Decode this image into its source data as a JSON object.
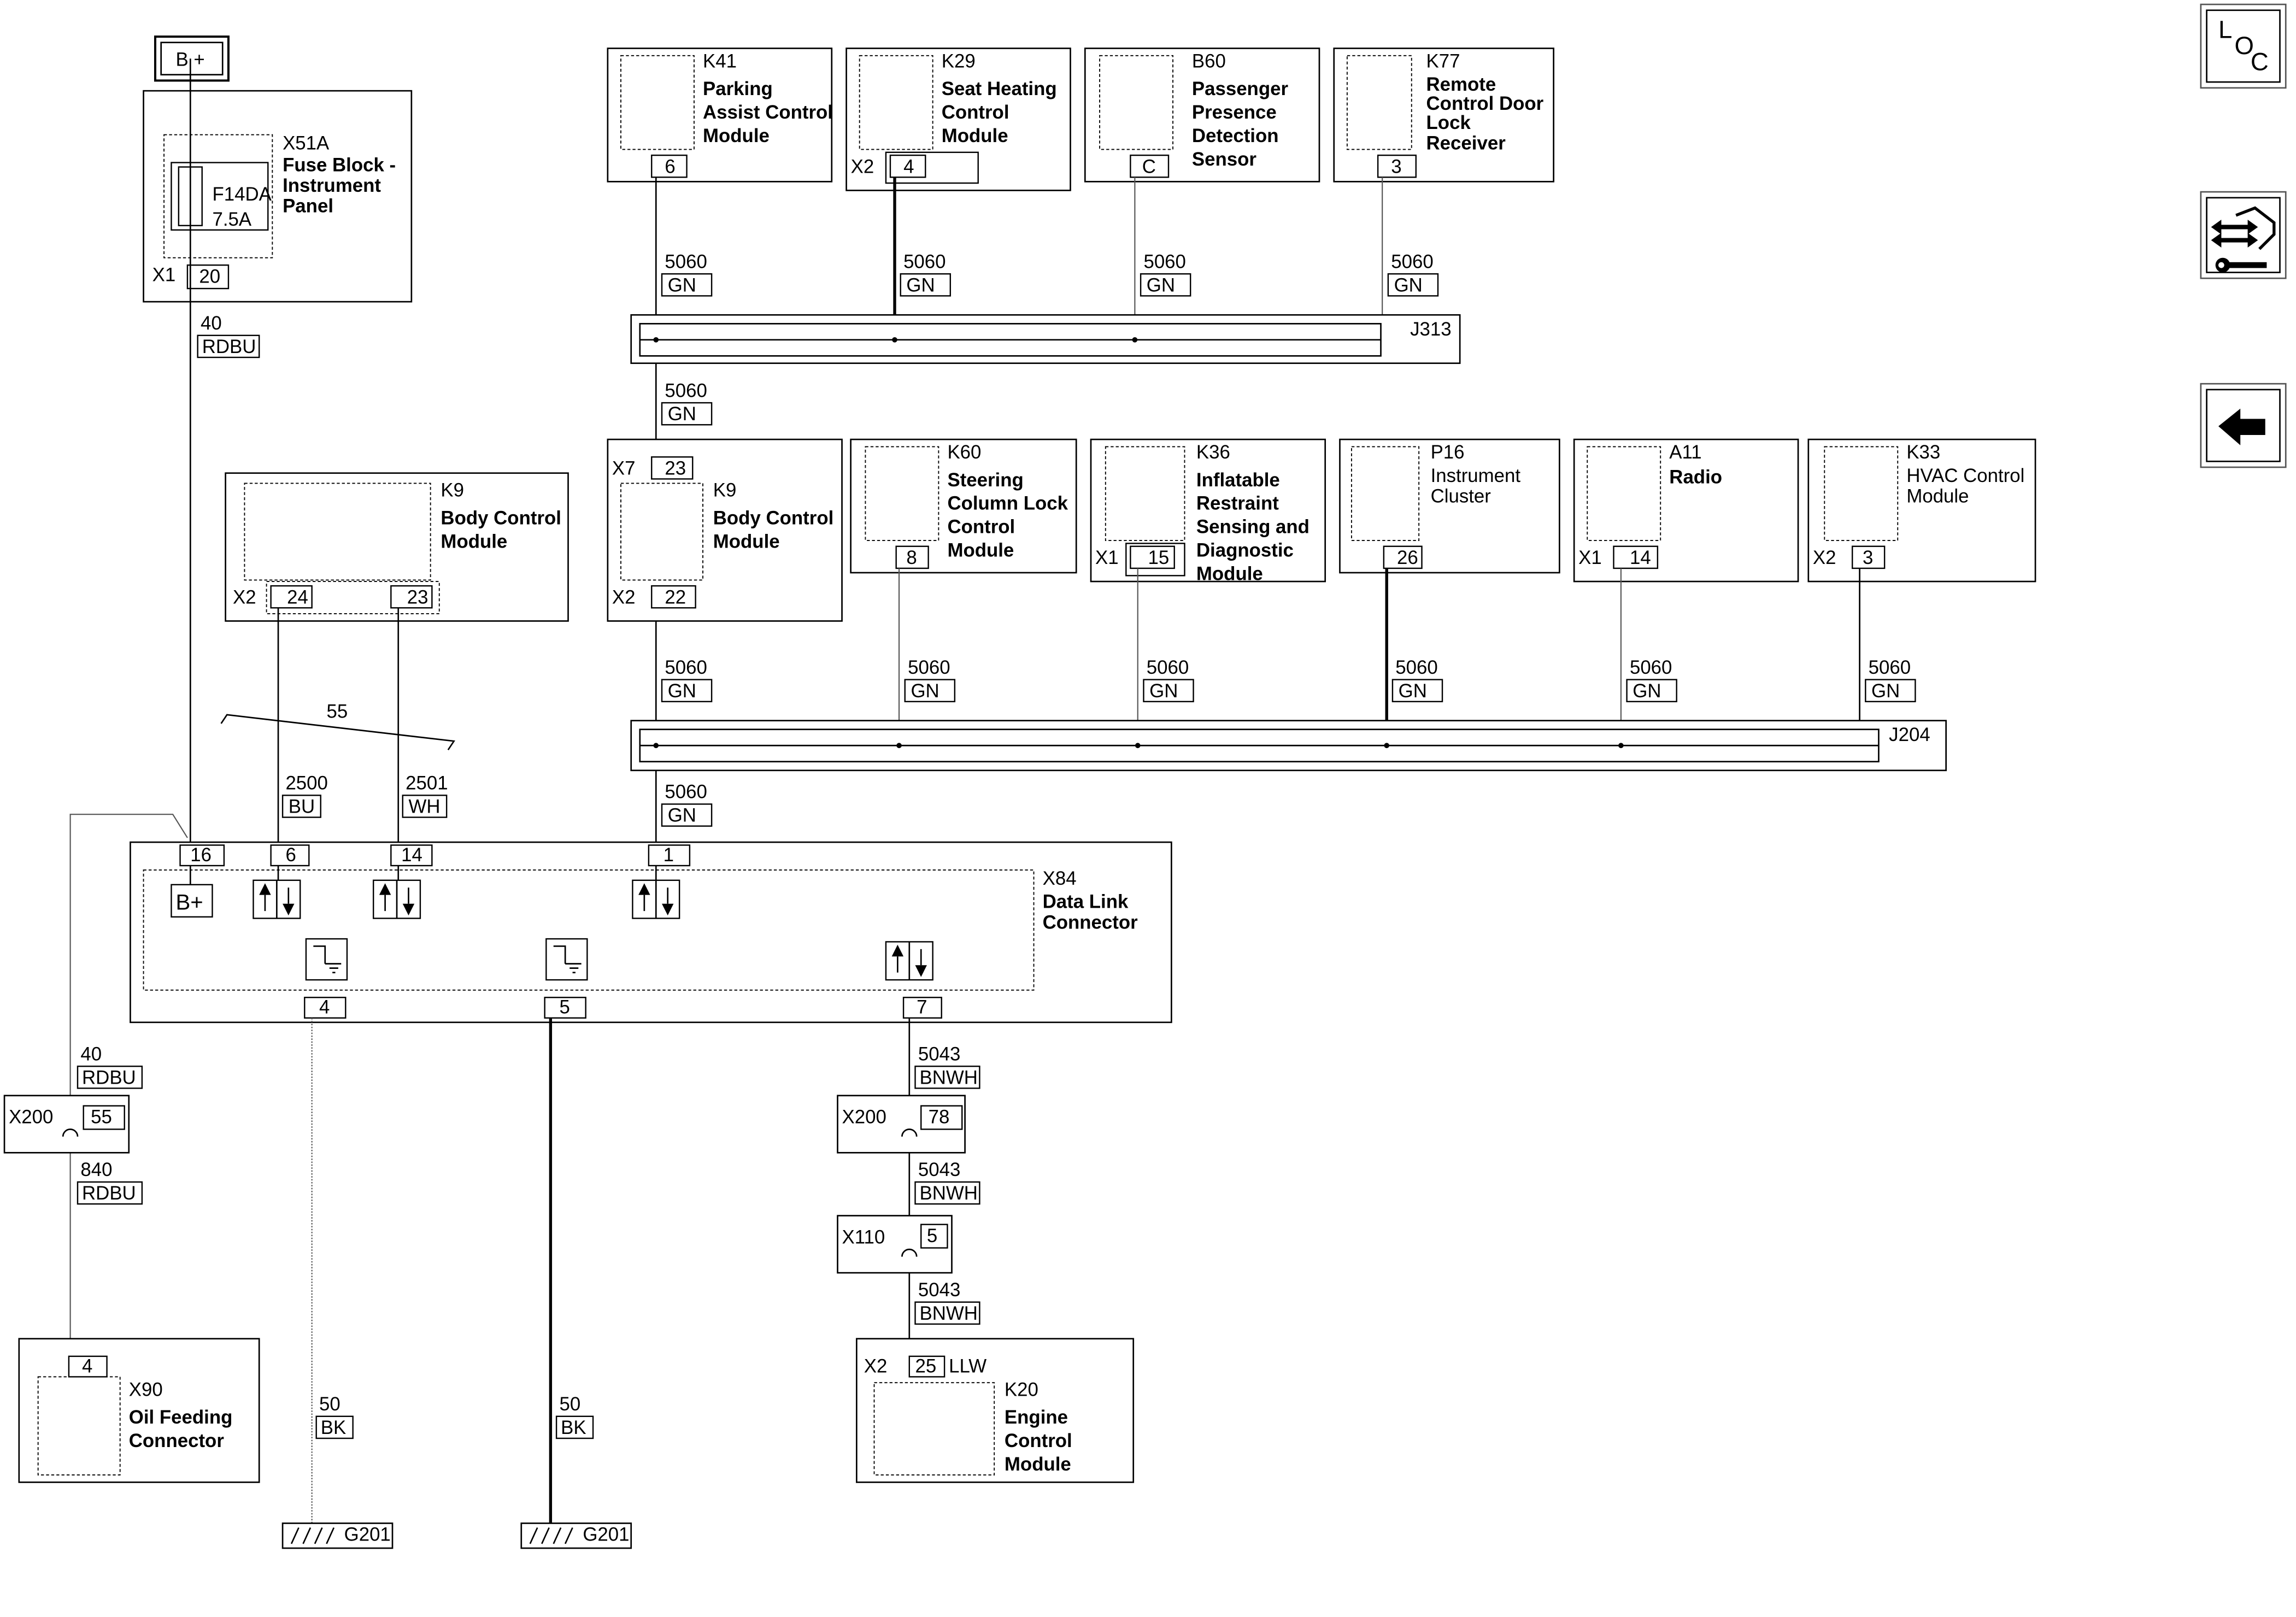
{
  "power": {
    "bplus": "B +"
  },
  "fuse_block": {
    "id": "X51A",
    "name1": "Fuse Block -",
    "name2": "Instrument",
    "name3": "Panel",
    "fuse": "F14DA",
    "rating": "7.5A",
    "conn": "X1",
    "pin": "20"
  },
  "wire_40_top": {
    "circuit": "40",
    "color": "RDBU"
  },
  "bcm_left": {
    "id": "K9",
    "name1": "Body Control",
    "name2": "Module",
    "conn": "X2",
    "pin_a": "24",
    "pin_b": "23"
  },
  "splice_55": {
    "label": "55"
  },
  "wire_2500": {
    "circuit": "2500",
    "color": "BU"
  },
  "wire_2501": {
    "circuit": "2501",
    "color": "WH"
  },
  "modules_top": [
    {
      "id": "K41",
      "name1": "Parking",
      "name2": "Assist Control",
      "name3": "Module",
      "name4": "",
      "conn": "",
      "pin": "6",
      "circuit": "5060",
      "color": "GN"
    },
    {
      "id": "K29",
      "name1": "Seat Heating",
      "name2": "Control",
      "name3": "Module",
      "name4": "",
      "conn": "X2",
      "pin": "4",
      "circuit": "5060",
      "color": "GN"
    },
    {
      "id": "B60",
      "name1": "Passenger",
      "name2": "Presence",
      "name3": "Detection",
      "name4": "Sensor",
      "conn": "",
      "pin": "C",
      "circuit": "5060",
      "color": "GN"
    },
    {
      "id": "K77",
      "name1": "Remote",
      "name2": "Control Door",
      "name3": "Lock",
      "name4": "Receiver",
      "conn": "",
      "pin": "3",
      "circuit": "5060",
      "color": "GN"
    }
  ],
  "j313": {
    "label": "J313"
  },
  "wire_5060_mid": {
    "circuit": "5060",
    "color": "GN"
  },
  "bcm_right": {
    "id": "K9",
    "name1": "Body Control",
    "name2": "Module",
    "conn_top": "X7",
    "pin_top": "23",
    "conn_bot": "X2",
    "pin_bot": "22",
    "circuit": "5060",
    "color": "GN"
  },
  "modules_mid": [
    {
      "id": "K60",
      "name1": "Steering",
      "name2": "Column Lock",
      "name3": "Control",
      "name4": "Module",
      "name5": "",
      "conn": "",
      "pin": "8",
      "circuit": "5060",
      "color": "GN"
    },
    {
      "id": "K36",
      "name1": "Inflatable",
      "name2": "Restraint",
      "name3": "Sensing and",
      "name4": "Diagnostic",
      "name5": "Module",
      "conn": "X1",
      "pin": "15",
      "circuit": "5060",
      "color": "GN"
    },
    {
      "id": "P16",
      "name1": "Instrument",
      "name2": "Cluster",
      "name3": "",
      "name4": "",
      "name5": "",
      "conn": "",
      "pin": "26",
      "circuit": "5060",
      "color": "GN"
    },
    {
      "id": "A11",
      "name1": "Radio",
      "name2": "",
      "name3": "",
      "name4": "",
      "name5": "",
      "conn": "X1",
      "pin": "14",
      "circuit": "5060",
      "color": "GN"
    },
    {
      "id": "K33",
      "name1": "HVAC Control",
      "name2": "Module",
      "name3": "",
      "name4": "",
      "name5": "",
      "conn": "X2",
      "pin": "3",
      "circuit": "5060",
      "color": "GN"
    }
  ],
  "j204": {
    "label": "J204"
  },
  "wire_5060_low": {
    "circuit": "5060",
    "color": "GN"
  },
  "dlc": {
    "id": "X84",
    "name1": "Data Link",
    "name2": "Connector",
    "pin16": "16",
    "pin6": "6",
    "pin14": "14",
    "pin1": "1",
    "pin4": "4",
    "pin5": "5",
    "pin7": "7",
    "bplus": "B+"
  },
  "wire_40_low": {
    "circuit": "40",
    "color": "RDBU"
  },
  "x200_left": {
    "conn": "X200",
    "pin": "55"
  },
  "wire_840": {
    "circuit": "840",
    "color": "RDBU"
  },
  "oil": {
    "id": "X90",
    "name1": "Oil Feeding",
    "name2": "Connector",
    "pin": "4"
  },
  "wire_50_a": {
    "circuit": "50",
    "color": "BK"
  },
  "wire_50_b": {
    "circuit": "50",
    "color": "BK"
  },
  "ground_a": {
    "label": "G201"
  },
  "ground_b": {
    "label": "G201"
  },
  "wire_5043_a": {
    "circuit": "5043",
    "color": "BNWH"
  },
  "x200_right": {
    "conn": "X200",
    "pin": "78"
  },
  "wire_5043_b": {
    "circuit": "5043",
    "color": "BNWH"
  },
  "x110": {
    "conn": "X110",
    "pin": "5"
  },
  "wire_5043_c": {
    "circuit": "5043",
    "color": "BNWH"
  },
  "ecm": {
    "id": "K20",
    "name1": "Engine",
    "name2": "Control",
    "name3": "Module",
    "conn": "X2",
    "pin": "25",
    "suffix": "LLW"
  },
  "nav": {
    "loc_l": "L",
    "loc_o": "O",
    "loc_c": "C"
  }
}
